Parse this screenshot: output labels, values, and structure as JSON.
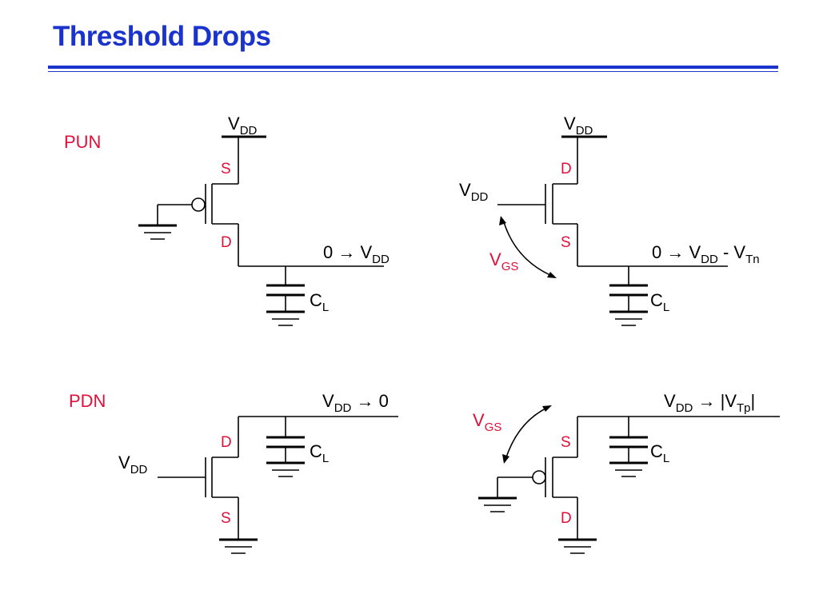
{
  "title": "Threshold Drops",
  "colors": {
    "title": "#1a33cc",
    "accent": "#e0103a",
    "wire": "#000000"
  },
  "sections": {
    "pun": "PUN",
    "pdn": "PDN"
  },
  "symbols": {
    "v": "V",
    "dd": "DD",
    "c": "C",
    "l": "L",
    "gs": "GS",
    "tn": "Tn",
    "tp": "Tp",
    "zero_to": "0 → ",
    "to_zero": " → 0",
    "to_abs": " → |",
    "bar": "|",
    "minus": " - ",
    "source": "S",
    "drain": "D"
  }
}
